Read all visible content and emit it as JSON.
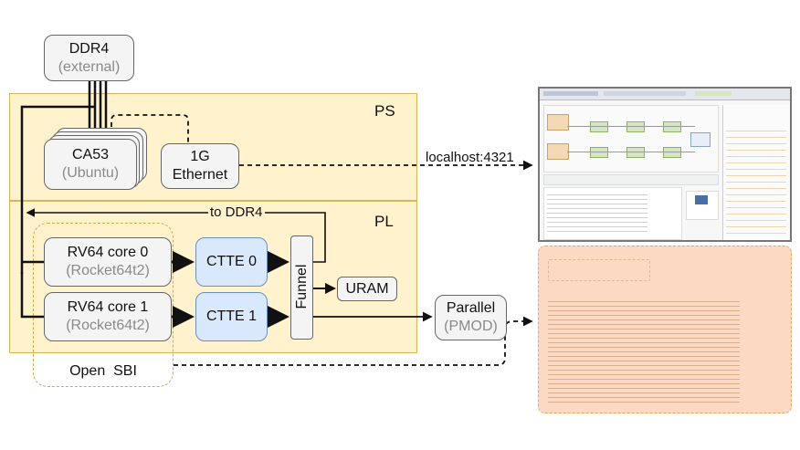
{
  "ddr4": {
    "title": "DDR4",
    "subtitle": "(external)"
  },
  "regions": {
    "ps": "PS",
    "pl": "PL"
  },
  "ca53": {
    "title": "CA53",
    "subtitle": "(Ubuntu)"
  },
  "ethernet": {
    "title": "1G",
    "subtitle": "Ethernet"
  },
  "localhost_label": "localhost:4321",
  "to_ddr4_label": "to DDR4",
  "cores": [
    {
      "title": "RV64 core 0",
      "subtitle": "(Rocket64t2)"
    },
    {
      "title": "RV64 core 1",
      "subtitle": "(Rocket64t2)"
    }
  ],
  "cttes": [
    "CTTE 0",
    "CTTE 1"
  ],
  "funnel": "Funnel",
  "uram": "URAM",
  "parallel": {
    "title": "Parallel",
    "subtitle": "(PMOD)"
  },
  "opensbi": "Open  SBI",
  "colors": {
    "region_fill": "#fff2cc",
    "region_border": "#d6b656",
    "ctte_fill": "#dae8fc",
    "ctte_border": "#6c8ebf",
    "box_fill": "#f4f4f4",
    "box_border": "#666666",
    "console_fill": "#fbd9c2",
    "console_border": "#e8a86c"
  }
}
